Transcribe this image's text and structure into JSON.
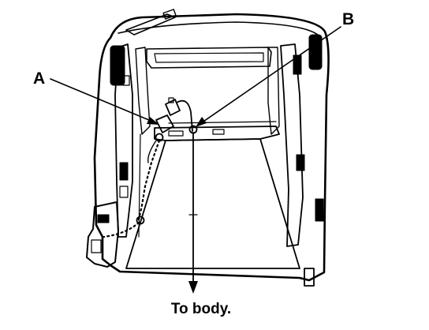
{
  "callouts": {
    "a": "A",
    "b": "B"
  },
  "caption": "To body.",
  "colors": {
    "ink": "#000000",
    "background": "#ffffff"
  }
}
